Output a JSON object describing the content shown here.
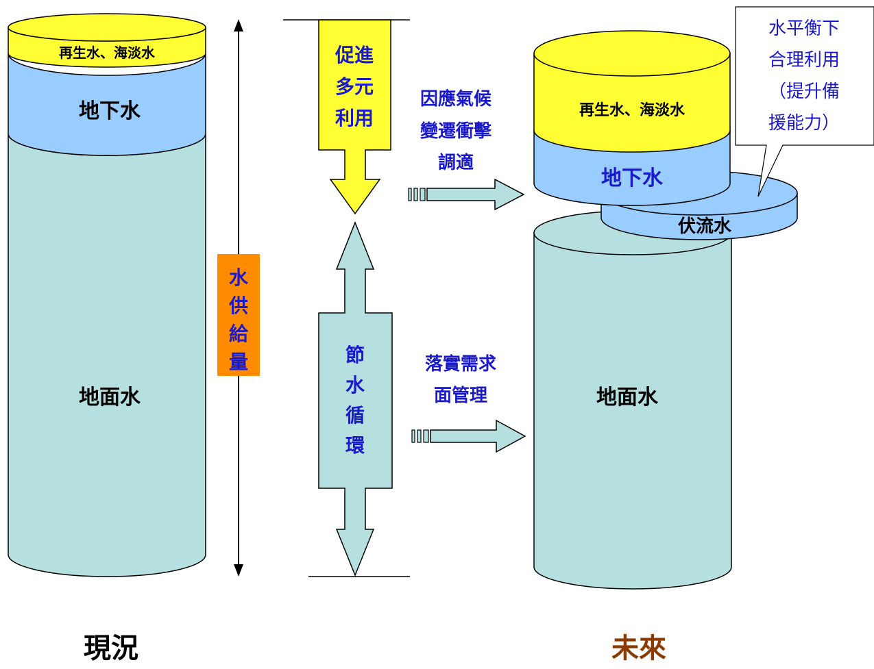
{
  "current": {
    "layers": {
      "top": "再生水、海淡水",
      "middle": "地下水",
      "bottom": "地面水"
    },
    "caption": "現況"
  },
  "future": {
    "layers": {
      "top": "再生水、海淡水",
      "middle": "地下水",
      "subsurface": "伏流水",
      "bottom": "地面水"
    },
    "caption": "未來",
    "callout": [
      "水平衡下",
      "合理利用",
      "（提升備",
      "援能力）"
    ]
  },
  "supply_label": [
    "水",
    "供",
    "給",
    "量"
  ],
  "down_arrow_label": [
    "促進",
    "多元",
    "利用"
  ],
  "double_arrow_label": [
    "節",
    "水",
    "循",
    "環"
  ],
  "climate_text": [
    "因應氣候",
    "變遷衝擊",
    "調適"
  ],
  "demand_text": [
    "落實需求",
    "面管理"
  ],
  "colors": {
    "yellow": "#ffff33",
    "blue": "#99ccff",
    "teal": "#b6dfe0",
    "orange": "#ff8c00",
    "text_blue": "#1a1acc",
    "caption_brown": "#8b3a00"
  }
}
